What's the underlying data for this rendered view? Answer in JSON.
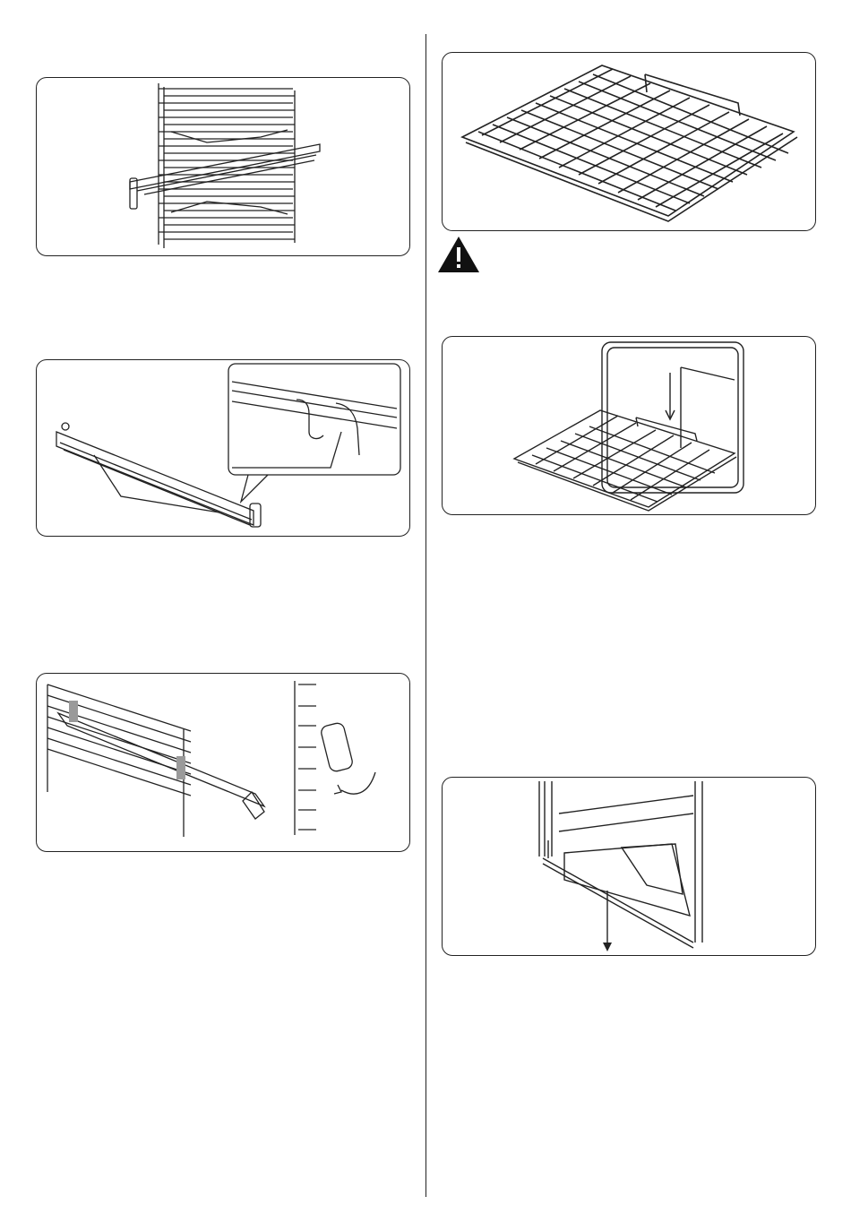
{
  "figures": [
    {
      "name": "fig-shelf-runner-rails"
    },
    {
      "name": "fig-telescopic-runner-detail"
    },
    {
      "name": "fig-runner-installation"
    },
    {
      "name": "fig-wire-shelf"
    },
    {
      "name": "fig-shelf-insert-oven"
    },
    {
      "name": "fig-oven-door-bottom"
    }
  ],
  "icons": {
    "warning": "warning-triangle-icon"
  },
  "colors": {
    "line": "#222222",
    "fill_grey": "#9a9a9a",
    "background": "#ffffff"
  }
}
